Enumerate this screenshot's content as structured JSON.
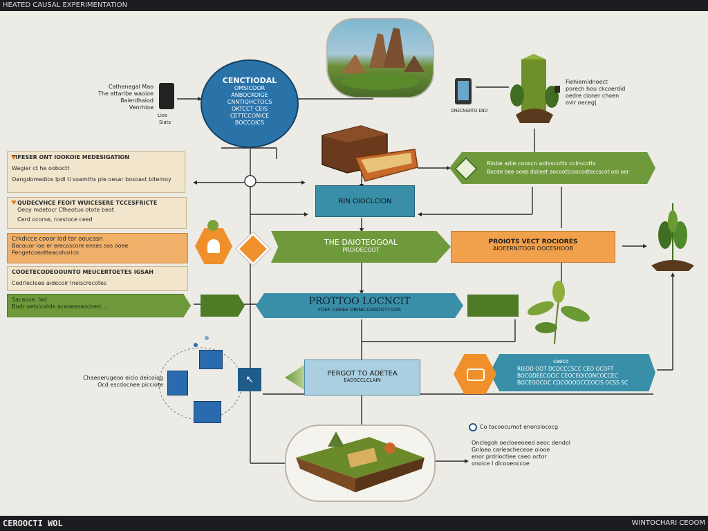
{
  "header": {
    "title": "HEATED CAUSAL EXPERIMENTATION"
  },
  "footer": {
    "left": "CEROOCTI WOL",
    "right": "WINTOCHARI CEOOM"
  },
  "center_circle": {
    "title": "CENCTIODAL",
    "lines": [
      "OMSICOOR",
      "ANBOCKOIGE",
      "CNNTIQHCTOCS",
      "OKTCCT CEIS",
      "CETTCCONICE",
      "BOCCOICS"
    ]
  },
  "left_annotation": {
    "lines": [
      "Cathenegal Mao",
      "The attaribe waoioe",
      "Baierdhaiod",
      "Venrhioe"
    ],
    "icon_caption": "Lies",
    "icon_caption2": "Siats"
  },
  "phone_caption": "ONECNGRTO ENO",
  "right_top_annotation": {
    "lines": [
      "Fiehiemidnoect",
      "porech hou ckcoerdid",
      "oedre cioner choen",
      "ovir oeceg|"
    ]
  },
  "left_cards": [
    {
      "title": "TIFESER ONT IOOKOIE MEDESIGATION",
      "lines": [
        "Wagier ct he ooboctt",
        "Oangdomedios lpdl ti soamths ple oesar bosoast bitemoy"
      ],
      "style": "tan"
    },
    {
      "title": "QUDECVHCE FEOIT WUICESERE TCCESFRICTE",
      "lines": [
        "Oeoy mdetocr Cfheotuo otote beot",
        "Cerd ocorse, rcestoce ceed"
      ],
      "style": "tan"
    },
    {
      "title": "Crkdicce cooor lod tor ooucasn",
      "lines": [
        "Bacouor ioe er erecoscore enses sos ooee",
        "Pengetcoeotteacohoricn"
      ],
      "style": "orange"
    },
    {
      "title": "COOETECODEOOUNTO MEUCERTOETES IGSAH",
      "lines": [
        "Cedrlecleee aidecoir Ineiscrecotes"
      ],
      "style": "tan"
    },
    {
      "title": "Sacaose. Iod",
      "lines": [
        "Bodr oetsicoisle aceoeesaocbed: ..."
      ],
      "style": "green"
    }
  ],
  "rin_box": {
    "label": "RIN OIOCLCION"
  },
  "green_banner": {
    "label": "THE DAIOTEOGOAL",
    "sub": "PROIOECOOT"
  },
  "orange_banner": {
    "label": "PROIOTS VECT ROCIORES",
    "sub": "AIOEERNITOOR OOCESHOOB"
  },
  "green_right_banner": {
    "label": "Rinbe adie cooscn aotsscotts colrscotts",
    "sub": "Bocde bee ooeb dsbeet aocoottcoocodteccscot oei oer"
  },
  "blue_banner": {
    "label": "PROTTOO LOCNCIT",
    "sub": "FOEF CDEEE OBINICCENDOTTOOS"
  },
  "pretot_box": {
    "label": "PERGOT TO ADETEA",
    "sub": "EADSCCLCLAIN"
  },
  "blue_right_banner": {
    "lines": [
      "ceeco",
      "RIEOD OOT DCOCCCSCC CEO OCOFT",
      "BOCODEECOCIC CEOCEOICONCOCCEC",
      "BOCEOOCOC COCOOOOCCEOCIS OCSS SC"
    ]
  },
  "lower_left": {
    "lines": [
      "Chaeoerugeoo eicio deicoiog",
      "Ocd escdocnee picciote"
    ]
  },
  "lower_right": {
    "head": "Co tacoocumot enonslococg",
    "lines": [
      "Onclegoh oecloeeoeed aeoc dendol",
      "Gnloeo carieacheceoe oiooe",
      "enor prdrioctiee caeo octor",
      "onoice I dicooeoccoe"
    ]
  },
  "icons": {
    "landscape": "fantasy-landscape-image",
    "chest": "treasure-chest-icon",
    "plant": "plant-sprout-icon",
    "tree": "tree-icon",
    "island": "floating-island-image"
  },
  "colors": {
    "navy": "#1f5c8a",
    "teal": "#3a8fa8",
    "green": "#6f9a3b",
    "orange": "#f1a04b",
    "tan": "#f1e5cc"
  }
}
